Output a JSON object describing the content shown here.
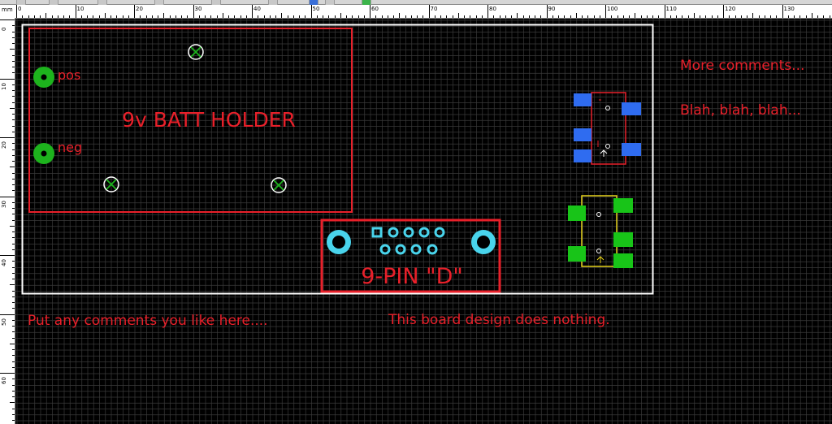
{
  "ruler": {
    "unit_label": "mm",
    "h_labels": [
      "0",
      "10",
      "20",
      "30",
      "40",
      "50",
      "60",
      "70",
      "80",
      "90",
      "100",
      "110",
      "120",
      "130"
    ],
    "v_labels": [
      "0",
      "10",
      "20",
      "30",
      "40",
      "50",
      "60"
    ]
  },
  "board": {
    "batt_holder_label": "9v BATT HOLDER",
    "pos_label": "pos",
    "neg_label": "neg",
    "connector_label": "9-PIN \"D\"",
    "comment_top": "More comments...",
    "comment_top2": "Blah, blah, blah...",
    "comment_bottom_left": "Put any comments you like here....",
    "comment_bottom_right": "This board design does nothing."
  },
  "colors": {
    "silkscreen": "#e8202a",
    "board_outline": "#ffffff",
    "grid": "#3a3a3a",
    "pad_green": "#1db31d",
    "pad_cyan": "#49d4ec",
    "smd_blue": "#2f6cf0",
    "smd_green": "#18c418",
    "component_yellow": "#e6d21a"
  },
  "icons": {
    "mounting_hole": "x-circle-icon",
    "through_hole_pad": "ring-pad-icon"
  }
}
